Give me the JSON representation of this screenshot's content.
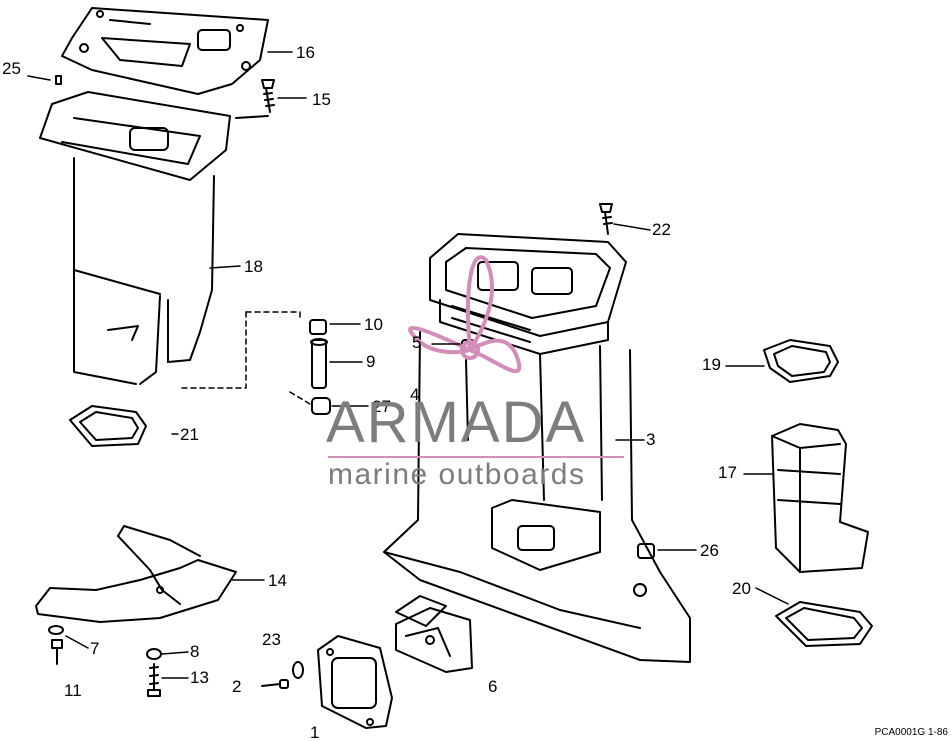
{
  "callouts": {
    "n1": "1",
    "n2": "2",
    "n3": "3",
    "n4": "4",
    "n5": "5",
    "n6": "6",
    "n7": "7",
    "n8": "8",
    "n9": "9",
    "n10": "10",
    "n11": "11",
    "n13": "13",
    "n14": "14",
    "n15": "15",
    "n16": "16",
    "n17": "17",
    "n18": "18",
    "n19": "19",
    "n20": "20",
    "n21": "21",
    "n22": "22",
    "n23": "23",
    "n25": "25",
    "n26": "26",
    "n27": "27"
  },
  "watermark": {
    "brand": "ARMADA",
    "tagline": "marine outboards",
    "accent_color": "#d48cb9",
    "text_color": "#7d7d7d"
  },
  "footer": {
    "code": "PCA0001G   1-86"
  }
}
